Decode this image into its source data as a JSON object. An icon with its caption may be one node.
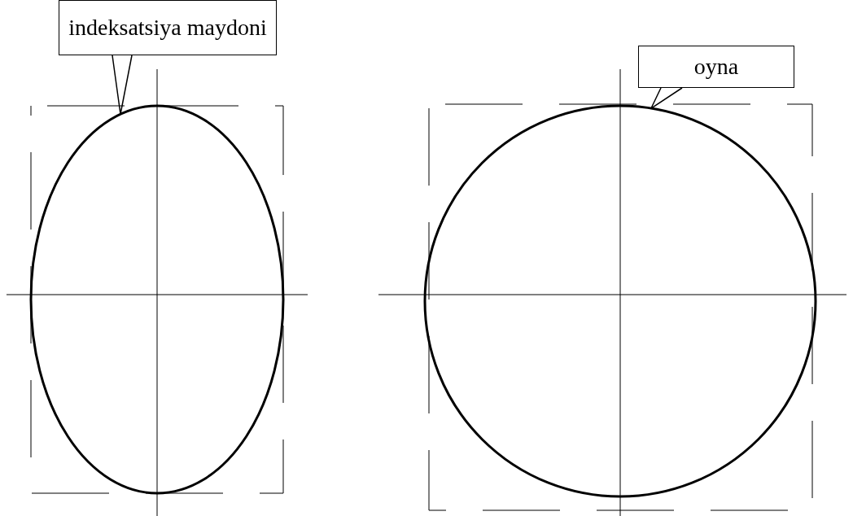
{
  "diagram": {
    "nodes": [
      {
        "text": [
          "indeksatsiya maydoni"
        ]
      },
      {
        "text": [],
        "shape": "ellipse"
      },
      {
        "text": [
          "oyna"
        ]
      },
      {
        "text": [],
        "shape": "circle"
      }
    ],
    "edges": [
      {
        "from": 0,
        "to": 1,
        "arrow": "none"
      },
      {
        "from": 2,
        "to": 3,
        "arrow": "none"
      }
    ]
  }
}
